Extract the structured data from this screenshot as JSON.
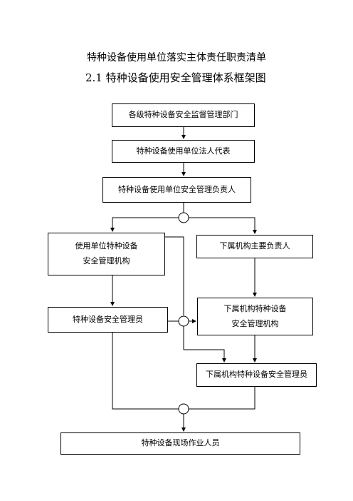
{
  "title": "特种设备使用单位落实主体责任职责清单",
  "subtitle": "2.1 特种设备使用安全管理体系框架图",
  "nodes": {
    "supervision_dept": "各级特种设备安全监督管理部门",
    "legal_rep": "特种设备使用单位法人代表",
    "safety_head": "特种设备使用单位安全管理负责人",
    "mgmt_org": [
      "使用单位特种设备",
      "安全管理机构"
    ],
    "sub_head": "下属机构主要负责人",
    "safety_officer": "特种设备安全管理员",
    "sub_mgmt_org": [
      "下属机构特种设备",
      "安全管理机构"
    ],
    "sub_safety_officer": "下属机构特种设备安全管理员",
    "field_staff": "特种设备现场作业人员"
  },
  "colors": {
    "line": "#000000",
    "background": "#ffffff"
  }
}
